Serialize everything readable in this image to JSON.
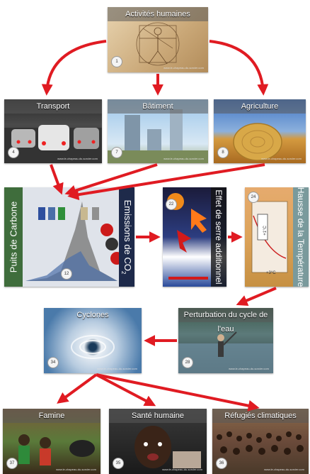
{
  "nodes": {
    "activites": {
      "title": "Activités humaines",
      "num": "1",
      "url": "www.le-chapeau-du-sorcier.com"
    },
    "transport": {
      "title": "Transport",
      "num": "4",
      "url": "www.le-chapeau-du-sorcier.com"
    },
    "batiment": {
      "title": "Bâtiment",
      "num": "7",
      "url": "www.le-chapeau-du-sorcier.com"
    },
    "agriculture": {
      "title": "Agriculture",
      "num": "8",
      "url": "www.le-chapeau-du-sorcier.com"
    },
    "emissions": {
      "title_main": "Emissions de CO",
      "title_sub": "2",
      "num": "12",
      "side": "Puits de Carbone"
    },
    "effet": {
      "title": "Effet de serre additionnel",
      "num": "22"
    },
    "hausse": {
      "title": "Hausse de la Température",
      "num": "24",
      "temp_low": "+1°C",
      "temp_high": "+3°C"
    },
    "cycle": {
      "title": "Perturbation du cycle de l'eau",
      "num": "28",
      "url": "www.le-chapeau-du-sorcier.com"
    },
    "cyclones": {
      "title": "Cyclones",
      "num": "34",
      "url": "www.le-chapeau-du-sorcier.com"
    },
    "famine": {
      "title": "Famine",
      "num": "37",
      "url": "www.le-chapeau-du-sorcier.com"
    },
    "sante": {
      "title": "Santé humaine",
      "num": "35",
      "url": "www.le-chapeau-du-sorcier.com"
    },
    "refugies": {
      "title": "Réfugiés climatiques",
      "num": "36",
      "url": "www.le-chapeau-du-sorcier.com"
    }
  },
  "colors": {
    "arrow": "#e01b22"
  }
}
